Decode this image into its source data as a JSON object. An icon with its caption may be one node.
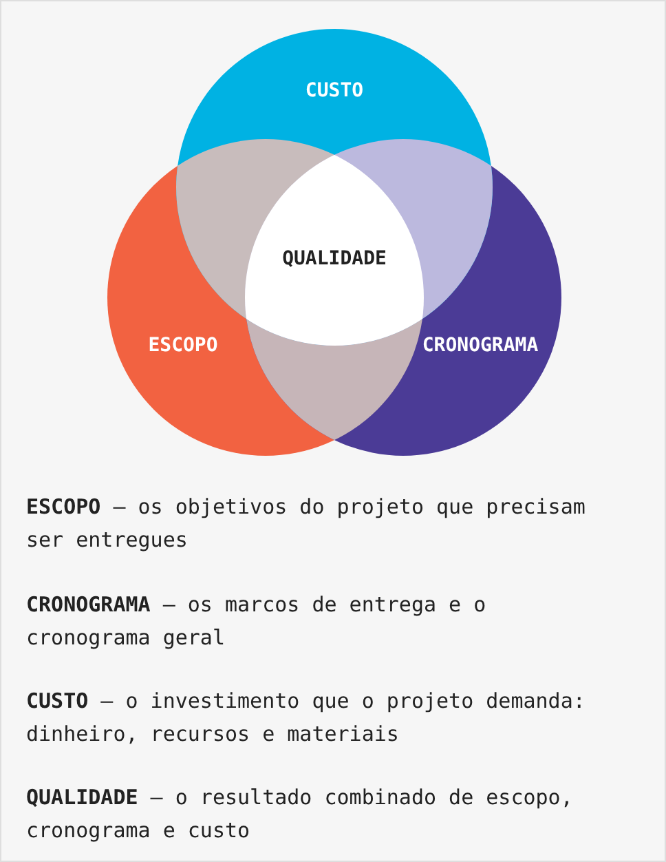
{
  "diagram": {
    "nodes": [
      {
        "text": [
          "CUSTO"
        ]
      },
      {
        "text": [
          "QUALIDADE"
        ]
      },
      {
        "text": [
          "ESCOPO"
        ]
      },
      {
        "text": [
          "CRONOGRAMA"
        ]
      }
    ],
    "labels": [
      "**ESCOPO** — os objetivos do projeto que precisam ser entregues",
      "**CRONOGRAMA** — os marcos de entrega e o cronograma geral",
      "**CUSTO** — o investimento que o projeto demanda: dinheiro, recursos e materiais",
      "**QUALIDADE** — o resultado combinado de escopo, cronograma e custo"
    ]
  }
}
